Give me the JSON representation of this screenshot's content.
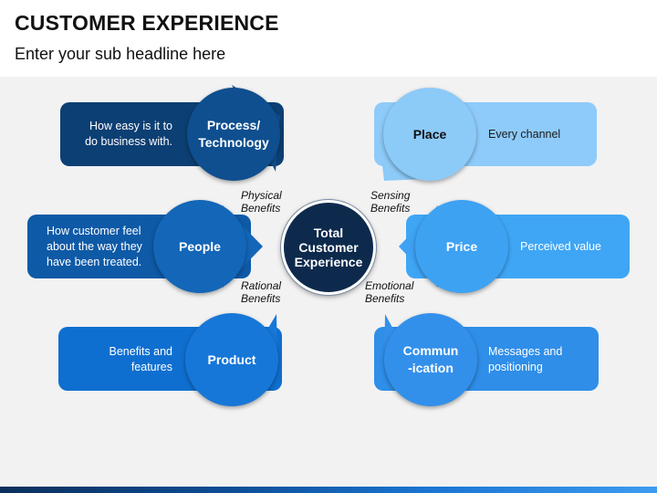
{
  "header": {
    "title": "CUSTOMER EXPERIENCE",
    "subtitle": "Enter your sub headline here"
  },
  "center": {
    "label": "Total\nCustomer\nExperience"
  },
  "benefits": {
    "physical": "Physical\nBenefits",
    "sensing": "Sensing\nBenefits",
    "rational": "Rational\nBenefits",
    "emotional": "Emotional\nBenefits"
  },
  "elements": {
    "process": {
      "label": "Process/\nTechnology",
      "description": "How easy is it to\ndo business with."
    },
    "people": {
      "label": "People",
      "description": "How customer feel\nabout the way they\nhave been treated."
    },
    "product": {
      "label": "Product",
      "description": "Benefits and\nfeatures"
    },
    "place": {
      "label": "Place",
      "description": "Every channel"
    },
    "price": {
      "label": "Price",
      "description": "Perceived value"
    },
    "communication": {
      "label": "Commun\n-ication",
      "description": "Messages and\npositioning"
    }
  },
  "colors": {
    "navy": "#0c3f73",
    "navy_circle": "#0f4f8f",
    "dark_blue": "#0e5aa7",
    "dark_blue_circle": "#1366b8",
    "blue": "#0f6fd0",
    "blue_circle": "#1777d8",
    "light_blue": "#8ecbfa",
    "light_blue_circle": "#8ccaf8",
    "sky": "#3ea6f5",
    "sky_circle": "#3ea2f3",
    "mid_blue": "#2f8ee8",
    "mid_blue_circle": "#3390ea",
    "center": "#0d2a4d"
  }
}
